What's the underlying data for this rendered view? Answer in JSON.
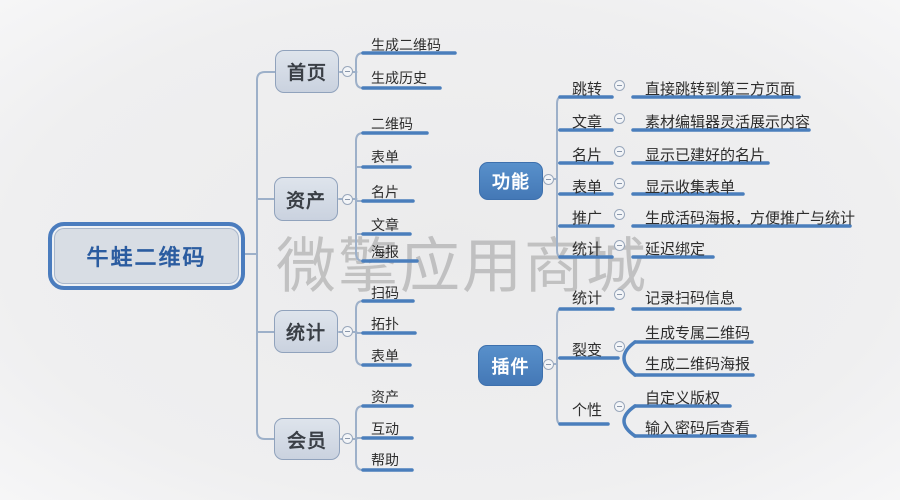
{
  "root": {
    "label": "牛蛙二维码"
  },
  "watermark": {
    "text": "微擎应用商城"
  },
  "colors": {
    "line_accent": "#4a7ebc",
    "connector": "#9db0c9",
    "branch_fill": "#d4dbe6",
    "solid_node_fill": "#4d87c5",
    "root_text": "#2b5ca0",
    "background": "#efeff0"
  },
  "main_tree": {
    "branches": [
      {
        "label": "首页",
        "children": [
          "生成二维码",
          "生成历史"
        ]
      },
      {
        "label": "资产",
        "children": [
          "二维码",
          "表单",
          "名片",
          "文章",
          "海报"
        ]
      },
      {
        "label": "统计",
        "children": [
          "扫码",
          "拓扑",
          "表单"
        ]
      },
      {
        "label": "会员",
        "children": [
          "资产",
          "互动",
          "帮助"
        ]
      }
    ]
  },
  "floating_trees": [
    {
      "label": "功能",
      "rows": [
        {
          "label": "跳转",
          "descs": [
            "直接跳转到第三方页面"
          ]
        },
        {
          "label": "文章",
          "descs": [
            "素材编辑器灵活展示内容"
          ]
        },
        {
          "label": "名片",
          "descs": [
            "显示已建好的名片"
          ]
        },
        {
          "label": "表单",
          "descs": [
            "显示收集表单"
          ]
        },
        {
          "label": "推广",
          "descs": [
            "生成活码海报，方便推广与统计"
          ]
        },
        {
          "label": "统计",
          "descs": [
            "延迟绑定"
          ]
        }
      ]
    },
    {
      "label": "插件",
      "rows": [
        {
          "label": "统计",
          "descs": [
            "记录扫码信息"
          ]
        },
        {
          "label": "裂变",
          "descs": [
            "生成专属二维码",
            "生成二维码海报"
          ]
        },
        {
          "label": "个性",
          "descs": [
            "自定义版权",
            "输入密码后查看"
          ]
        }
      ]
    }
  ]
}
